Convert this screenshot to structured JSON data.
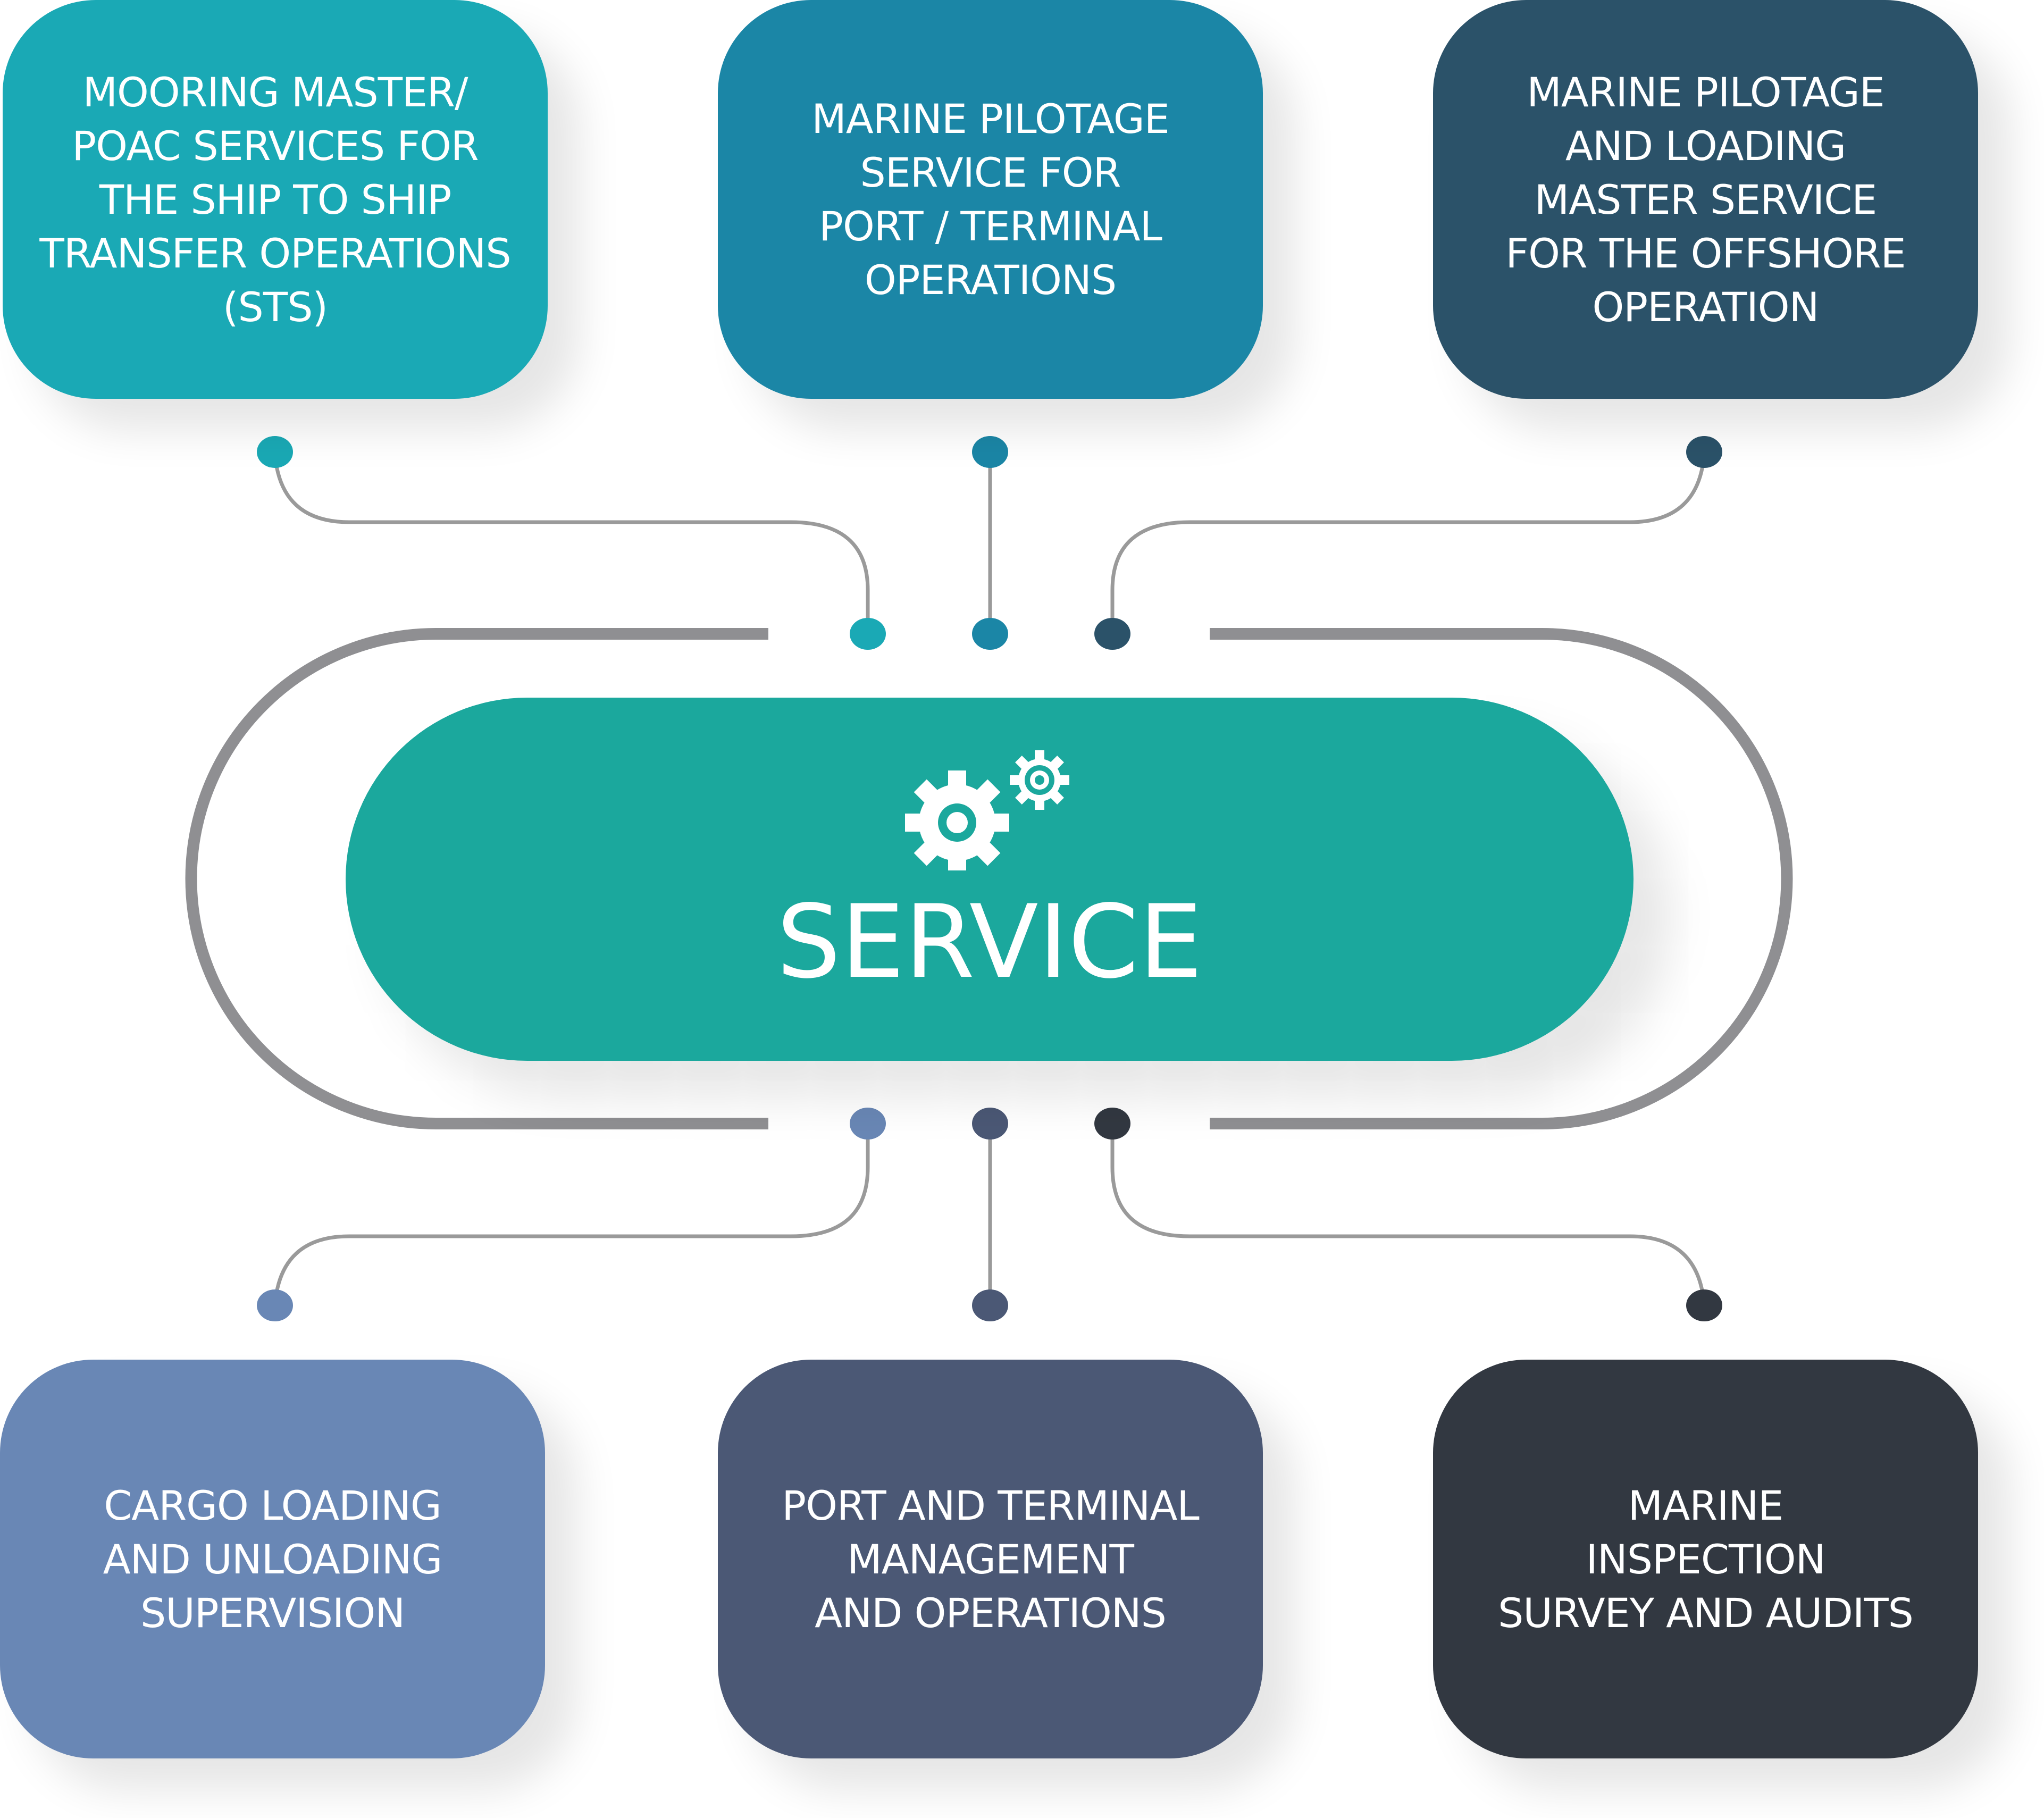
{
  "colors": {
    "teal": "#1aa9b5",
    "ocean": "#1b86a6",
    "slate": "#2b5269",
    "periwinkle": "#6987b5",
    "navy_gray": "#4b5875",
    "charcoal": "#323841",
    "service": "#1ba89d",
    "connector": "#9a9a9a",
    "loop": "#8f8f92"
  },
  "center": {
    "label": "SERVICE",
    "icon": "gears-icon"
  },
  "services": [
    {
      "label": "MOORING MASTER/\nPOAC SERVICES FOR\nTHE SHIP TO SHIP\nTRANSFER OPERATIONS\n(STS)",
      "color": "#1aa9b5"
    },
    {
      "label": "MARINE PILOTAGE\nSERVICE FOR\nPORT / TERMINAL\nOPERATIONS",
      "color": "#1b86a6"
    },
    {
      "label": "MARINE PILOTAGE\nAND LOADING\nMASTER SERVICE\nFOR THE OFFSHORE\nOPERATION",
      "color": "#2b5269"
    },
    {
      "label": "CARGO LOADING\nAND UNLOADING\nSUPERVISION",
      "color": "#6987b5"
    },
    {
      "label": "PORT AND TERMINAL\nMANAGEMENT\nAND OPERATIONS",
      "color": "#4b5875"
    },
    {
      "label": "MARINE\nINSPECTION\nSURVEY AND AUDITS",
      "color": "#323841"
    }
  ]
}
